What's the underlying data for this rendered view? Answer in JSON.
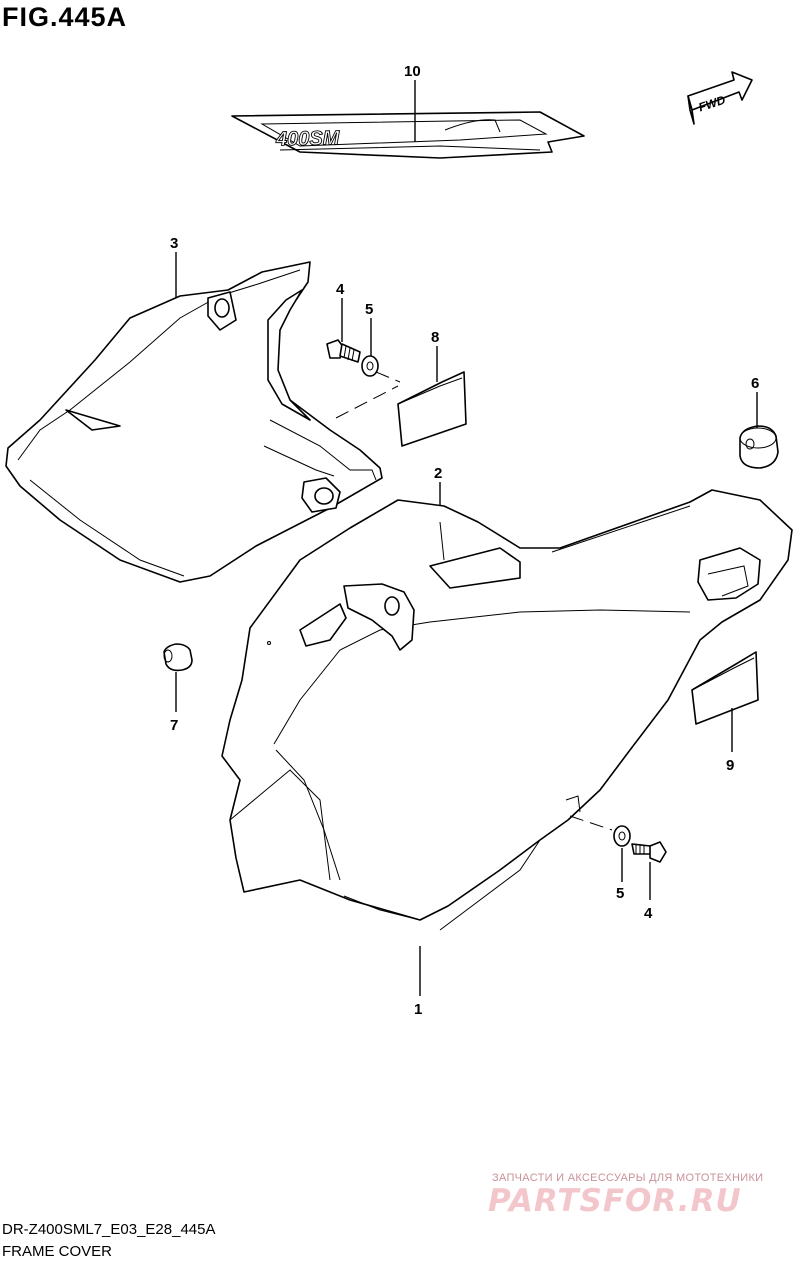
{
  "figure": {
    "title": "FIG.445A"
  },
  "fwd_label": "FWD",
  "decal_text": "400SM",
  "callouts": {
    "p1": "1",
    "p2": "2",
    "p3": "3",
    "p4a": "4",
    "p4b": "4",
    "p5a": "5",
    "p5b": "5",
    "p6": "6",
    "p7": "7",
    "p8": "8",
    "p9": "9",
    "p10": "10"
  },
  "watermark": {
    "subtitle": "ЗАПЧАСТИ И АКСЕССУАРЫ ДЛЯ МОТОТЕХНИКИ",
    "brand": "PARTSFOR.RU"
  },
  "footer": {
    "code": "DR-Z400SML7_E03_E28_445A",
    "caption": "FRAME COVER"
  }
}
